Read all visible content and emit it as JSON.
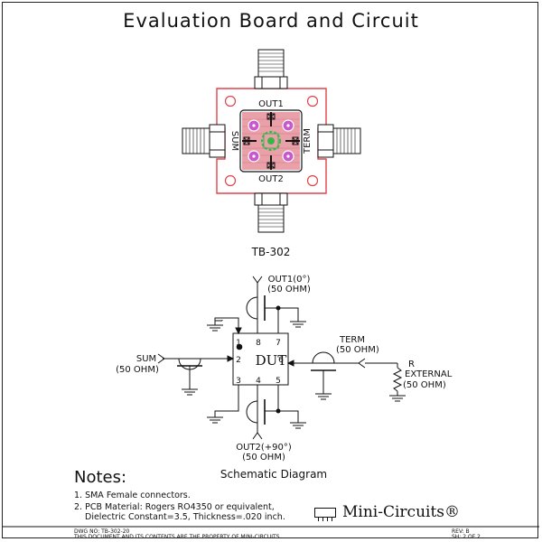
{
  "title": "Evaluation Board and Circuit",
  "board": {
    "label_out1": "OUT1",
    "label_out2": "OUT2",
    "label_sum": "SUM",
    "label_term": "TERM",
    "caption": "TB-302"
  },
  "schematic": {
    "out1_line1": "OUT1(0°)",
    "out1_line2": "(50 OHM)",
    "out2_line1": "OUT2(+90°)",
    "out2_line2": "(50 OHM)",
    "sum_line1": "SUM",
    "sum_line2": "(50 OHM)",
    "term_line1": "TERM",
    "term_line2": "(50 OHM)",
    "r_line1": "R",
    "r_line2": "EXTERNAL",
    "r_line3": "(50 OHM)",
    "dut": "DUT",
    "pins": [
      "1",
      "8",
      "7",
      "2",
      "6",
      "3",
      "4",
      "5"
    ],
    "caption": "Schematic Diagram"
  },
  "notes": {
    "heading": "Notes:",
    "n1": "1. SMA Female connectors.",
    "n2a": "2. PCB Material: Rogers RO4350 or equivalent,",
    "n2b": "Dielectric Constant=3.5, Thickness=.020 inch."
  },
  "brand": "Mini-Circuits®",
  "footer": {
    "dwg": "DWG NO: TB-302-20",
    "disclaimer": "THIS DOCUMENT AND ITS CONTENTS ARE THE PROPERTY OF MINI-CIRCUITS.",
    "rev": "REV: B",
    "sheet": "SH: 2 OF 2"
  },
  "colors": {
    "board_outline": "#e0434a",
    "pad_fill": "#e9a0a8",
    "via": "#c65acb",
    "green": "#39b54a",
    "ink": "#111111"
  }
}
